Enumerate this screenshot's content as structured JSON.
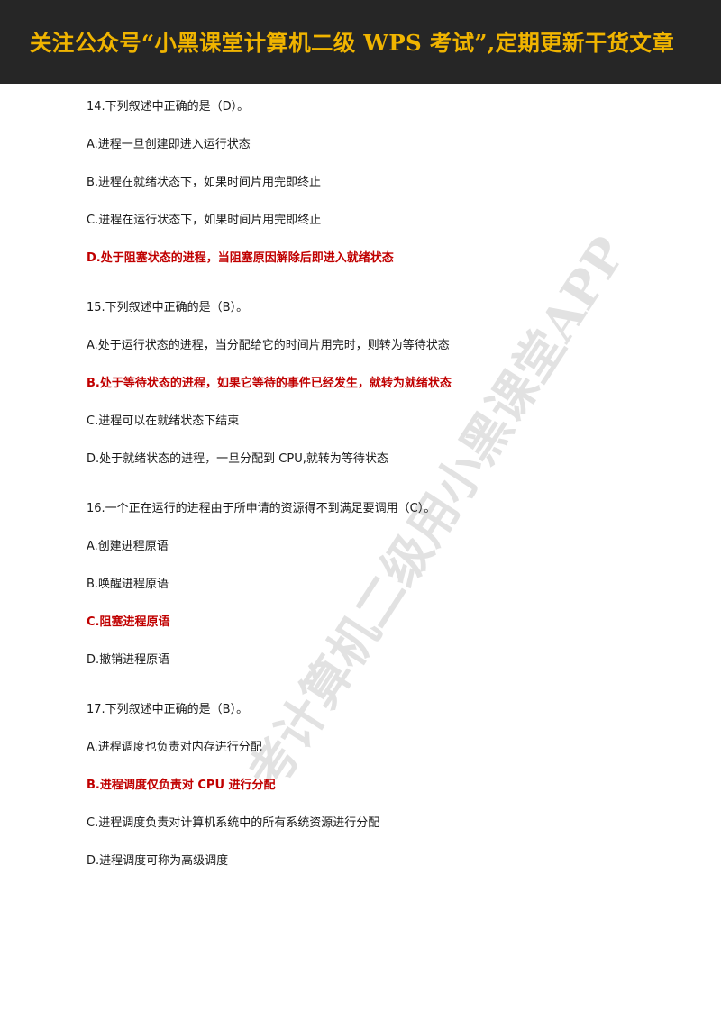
{
  "header": {
    "banner_text": "关注公众号“小黑课堂计算机二级 WPS 考试”,定期更新干货文章"
  },
  "watermark": {
    "text": "考计算机二级用小黑课堂APP"
  },
  "questions": [
    {
      "stem": "14.下列叙述中正确的是（D）。",
      "options": [
        "A.进程一旦创建即进入运行状态",
        "B.进程在就绪状态下，如果时间片用完即终止",
        "C.进程在运行状态下，如果时间片用完即终止",
        "D.处于阻塞状态的进程，当阻塞原因解除后即进入就绪状态"
      ]
    },
    {
      "stem": "15.下列叙述中正确的是（B）。",
      "options": [
        "A.处于运行状态的进程，当分配给它的时间片用完时，则转为等待状态",
        "B.处于等待状态的进程，如果它等待的事件已经发生，就转为就绪状态",
        "C.进程可以在就绪状态下结束",
        "D.处于就绪状态的进程，一旦分配到 CPU,就转为等待状态"
      ]
    },
    {
      "stem": "16.一个正在运行的进程由于所申请的资源得不到满足要调用（C）。",
      "options": [
        "A.创建进程原语",
        "B.唤醒进程原语",
        "C.阻塞进程原语",
        "D.撤销进程原语"
      ]
    },
    {
      "stem": "17.下列叙述中正确的是（B）。",
      "options": [
        "A.进程调度也负责对内存进行分配",
        "B.进程调度仅负责对 CPU 进行分配",
        "C.进程调度负责对计算机系统中的所有系统资源进行分配",
        "D.进程调度可称为高级调度"
      ]
    }
  ],
  "colors": {
    "banner_bg": "#262626",
    "banner_text": "#f0b400",
    "answer": "#c00000",
    "body_text": "#1a1a1a"
  }
}
